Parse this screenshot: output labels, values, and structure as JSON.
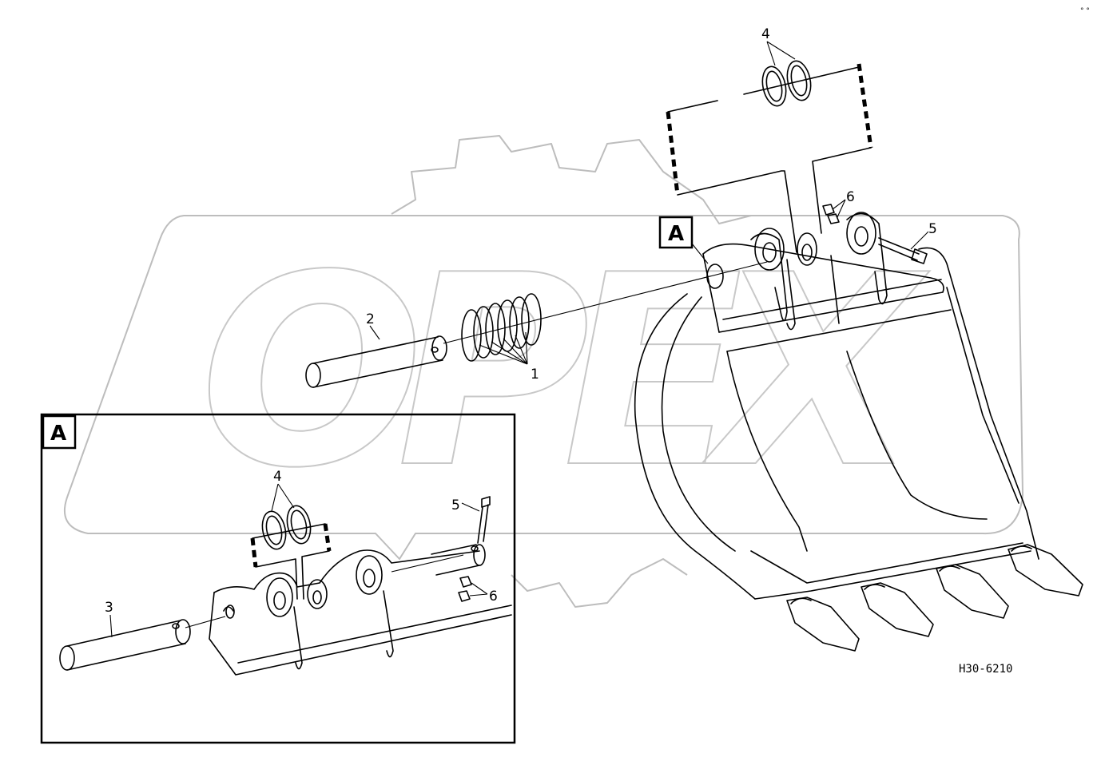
{
  "diagram": {
    "drawing_code": "H30-6210",
    "detail_label": "A",
    "detail_box_label": "A",
    "watermark_text": "OPEX",
    "corner_mark": "° °",
    "callouts": {
      "part_1": "1",
      "part_2": "2",
      "part_3": "3",
      "part_4_main": "4",
      "part_4_detail": "4",
      "part_5_main": "5",
      "part_5_detail": "5",
      "part_6_main": "6",
      "part_6_detail": "6"
    }
  }
}
